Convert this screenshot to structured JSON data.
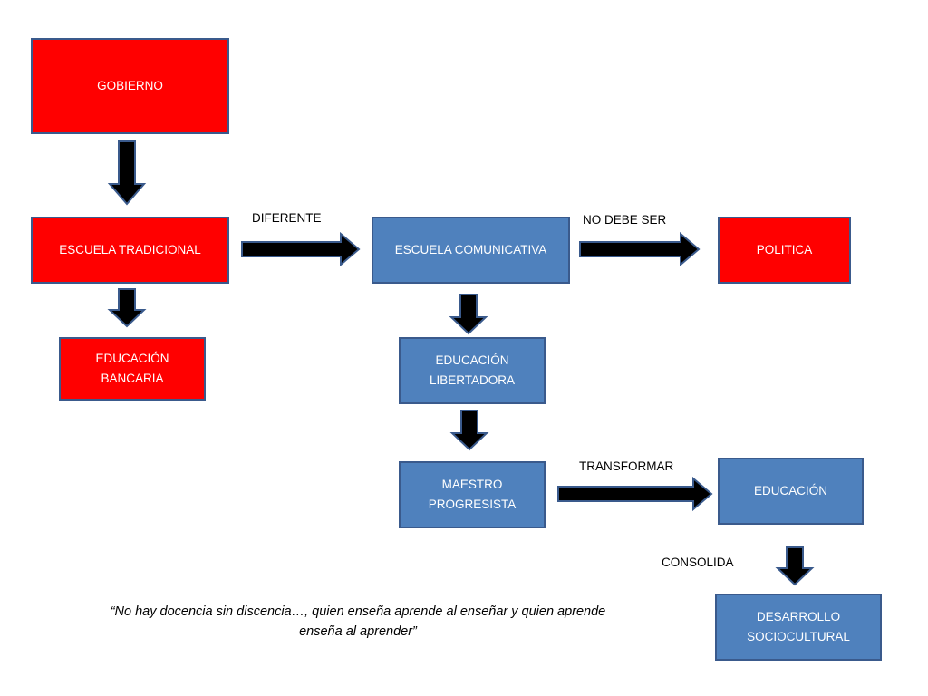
{
  "boxes": {
    "gobierno": "GOBIERNO",
    "escuela_tradicional": "ESCUELA TRADICIONAL",
    "educacion_bancaria": [
      "EDUCACIÓN",
      "BANCARIA"
    ],
    "escuela_comunicativa": "ESCUELA COMUNICATIVA",
    "politica": "POLITICA",
    "educacion_libertadora": [
      "EDUCACIÓN",
      "LIBERTADORA"
    ],
    "maestro_progresista": [
      "MAESTRO",
      "PROGRESISTA"
    ],
    "educacion": "EDUCACIÓN",
    "desarrollo_sociocultural": [
      "DESARROLLO",
      "SOCIOCULTURAL"
    ]
  },
  "labels": {
    "diferente": "DIFERENTE",
    "no_debe_ser": "NO DEBE SER",
    "transformar": "TRANSFORMAR",
    "consolida": "CONSOLIDA"
  },
  "quote": {
    "line1": "“No hay docencia sin discencia…, quien enseña aprende al enseñar y quien aprende",
    "line2": "enseña al aprender”"
  },
  "colors": {
    "red_box": "#ff0000",
    "blue_box": "#4f81bd",
    "box_border": "#3a5a8c",
    "arrow_fill": "#000000",
    "arrow_stroke": "#3a5a8c"
  }
}
